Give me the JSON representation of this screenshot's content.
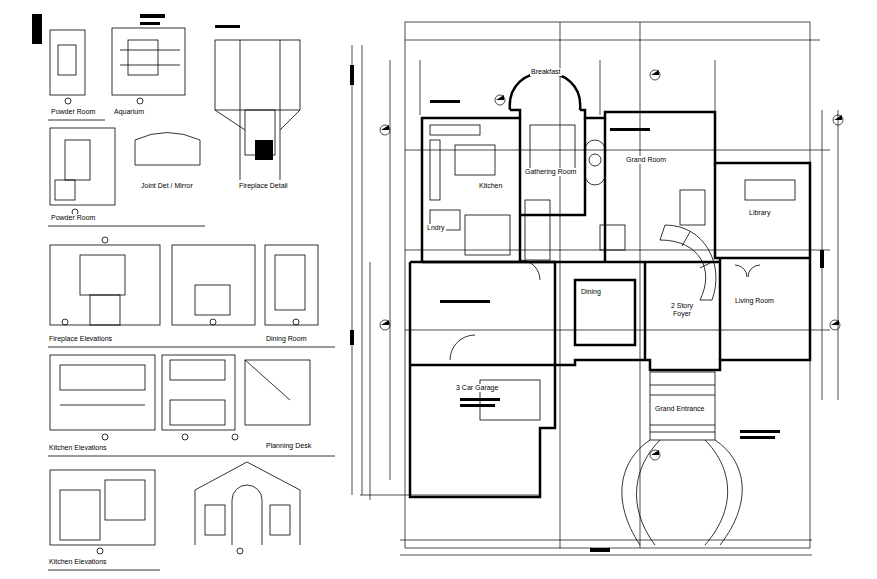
{
  "diagram": {
    "labels": [
      "Powder Room",
      "Aquarium",
      "Joint Det / Mirror",
      "Fireplace Detail",
      "Powder Room",
      "Fireplace Elevations",
      "Dining Room",
      "Kitchen Elevations",
      "Planning Desk",
      "Kitchen Elevations",
      "Breakfast",
      "Gathering Room",
      "Grand Room",
      "Kitchen",
      "Library",
      "Lndry",
      "Dining",
      "2 Story Foyer",
      "Living Room",
      "3 Car Garage",
      "Grand Entrance"
    ]
  }
}
